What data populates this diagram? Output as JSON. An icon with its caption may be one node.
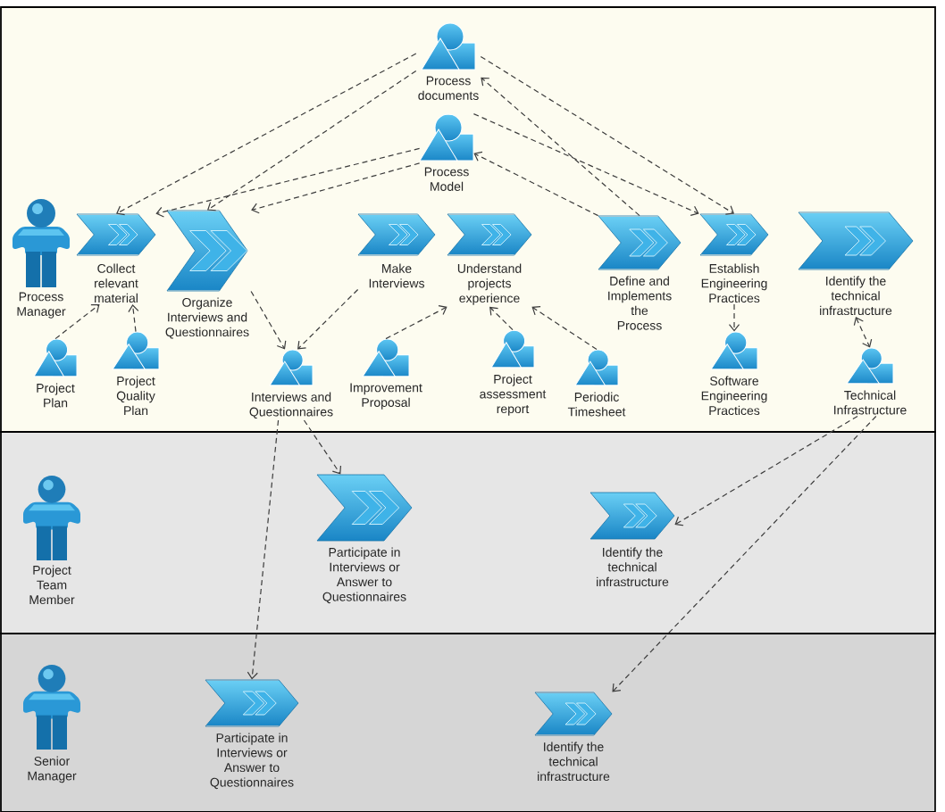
{
  "diagram": {
    "nodes": [
      {
        "text": [],
        "shape": "band"
      },
      {
        "text": [
          "Process documents"
        ],
        "in": 0
      },
      {
        "text": [
          "Process Model"
        ],
        "in": 0
      },
      {
        "text": [
          "Process Manager"
        ],
        "in": 0
      },
      {
        "text": [
          "Collect relevant material"
        ],
        "in": 0
      },
      {
        "text": [
          "Organize Interviews and Questionnaires"
        ],
        "in": 0
      },
      {
        "text": [
          "Make Interviews"
        ],
        "in": 0
      },
      {
        "text": [
          "Understand projects experience"
        ],
        "in": 0
      },
      {
        "text": [
          "Define and Implements the Process"
        ],
        "in": 0
      },
      {
        "text": [
          "Establish Engineering Practices"
        ],
        "in": 0
      },
      {
        "text": [
          "Identify the technical infrastructure"
        ],
        "in": 0
      },
      {
        "text": [
          "Project Plan"
        ],
        "in": 0
      },
      {
        "text": [
          "Project Quality Plan"
        ],
        "in": 0
      },
      {
        "text": [
          "Interviews and Questionnaires"
        ],
        "in": 0
      },
      {
        "text": [
          "Improvement Proposal"
        ],
        "in": 0
      },
      {
        "text": [
          "Project assessment report"
        ],
        "in": 0
      },
      {
        "text": [
          "Periodic Timesheet"
        ],
        "in": 0
      },
      {
        "text": [
          "Software Engineering Practices"
        ],
        "in": 0
      },
      {
        "text": [
          "Technical Infrastructure"
        ],
        "in": 0
      },
      {
        "text": [],
        "shape": "band"
      },
      {
        "text": [
          "Project Team Member"
        ],
        "in": 19
      },
      {
        "text": [
          "Participate in Interviews or Answer to Questionnaires"
        ],
        "in": 19
      },
      {
        "text": [
          "Identify the technical infrastructure"
        ],
        "in": 19
      },
      {
        "text": [],
        "shape": "band"
      },
      {
        "text": [
          "Senior Manager"
        ],
        "in": 23
      },
      {
        "text": [
          "Participate in Interviews or Answer to Questionnaires"
        ],
        "in": 23
      },
      {
        "text": [
          "Identify the technical infrastructure"
        ],
        "in": 23
      }
    ],
    "edges": [
      {
        "from": 1,
        "to": 4,
        "arrow": "to"
      },
      {
        "from": 2,
        "to": 4,
        "arrow": "to"
      },
      {
        "from": 1,
        "to": 5,
        "arrow": "to"
      },
      {
        "from": 2,
        "to": 5,
        "arrow": "to"
      },
      {
        "from": 8,
        "to": 1,
        "arrow": "to"
      },
      {
        "from": 8,
        "to": 2,
        "arrow": "to"
      },
      {
        "from": 1,
        "to": 9,
        "arrow": "to"
      },
      {
        "from": 2,
        "to": 9,
        "arrow": "to"
      },
      {
        "from": 11,
        "to": 4,
        "arrow": "to"
      },
      {
        "from": 12,
        "to": 4,
        "arrow": "to"
      },
      {
        "from": 5,
        "to": 13,
        "arrow": "to"
      },
      {
        "from": 6,
        "to": 13,
        "arrow": "to"
      },
      {
        "from": 14,
        "to": 7,
        "arrow": "to"
      },
      {
        "from": 15,
        "to": 7,
        "arrow": "to"
      },
      {
        "from": 16,
        "to": 7,
        "arrow": "to"
      },
      {
        "from": 9,
        "to": 17,
        "arrow": "to"
      },
      {
        "from": 10,
        "to": 18,
        "arrow": "both"
      },
      {
        "from": 18,
        "to": 22,
        "arrow": "to"
      },
      {
        "from": 18,
        "to": 26,
        "arrow": "to"
      },
      {
        "from": 13,
        "to": 21,
        "arrow": "to"
      },
      {
        "from": 13,
        "to": 25,
        "arrow": "to"
      }
    ]
  }
}
